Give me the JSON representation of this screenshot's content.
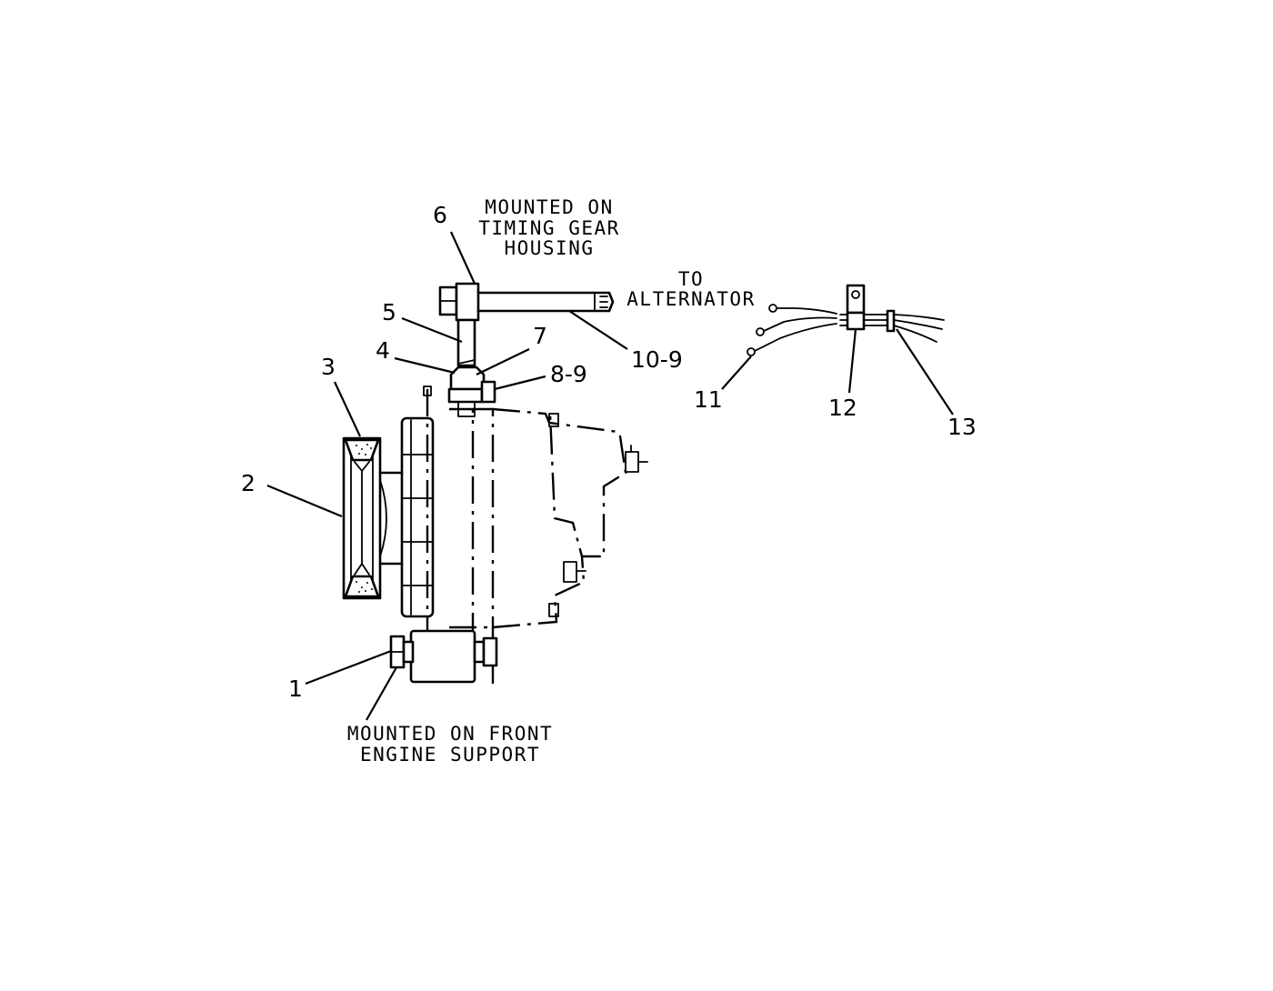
{
  "callouts": {
    "c1": "1",
    "c2": "2",
    "c3": "3",
    "c4": "4",
    "c5": "5",
    "c6": "6",
    "c7": "7",
    "c8_9": "8-9",
    "c10_9": "10-9",
    "c11": "11",
    "c12": "12",
    "c13": "13"
  },
  "notes": {
    "timing_gear": [
      "MOUNTED ON",
      "TIMING GEAR",
      "HOUSING"
    ],
    "to_alternator": [
      "TO",
      "ALTERNATOR"
    ],
    "front_support": [
      "MOUNTED ON FRONT",
      "ENGINE SUPPORT"
    ]
  }
}
